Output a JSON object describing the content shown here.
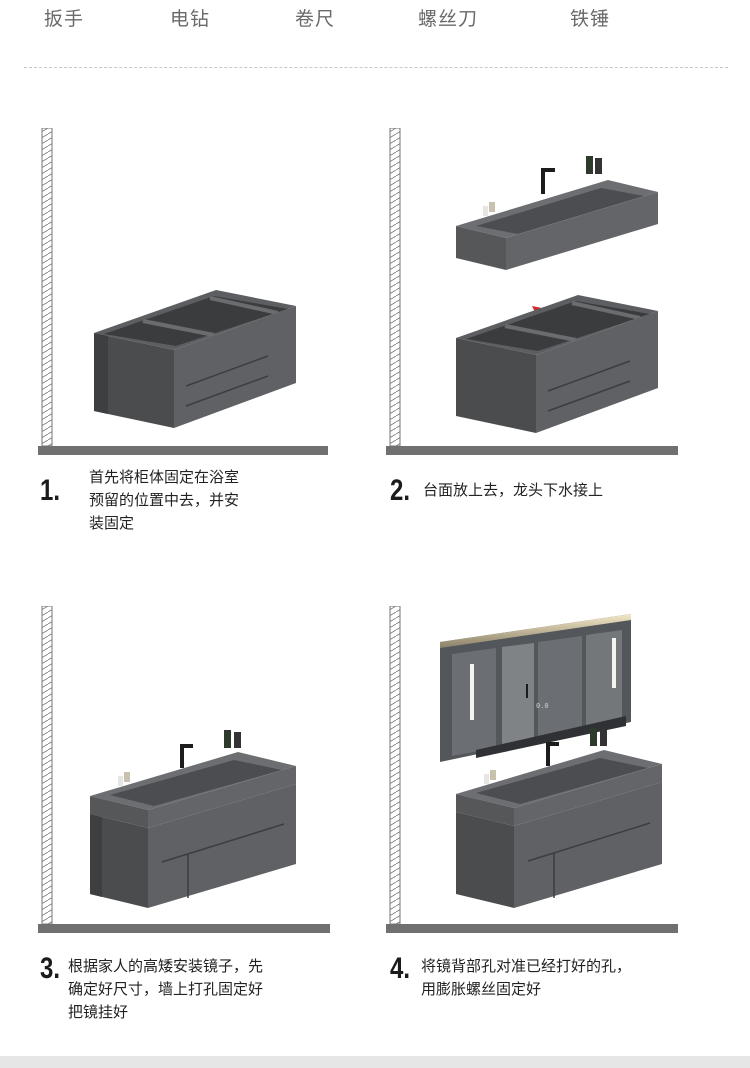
{
  "tools": [
    "扳手",
    "电钻",
    "卷尺",
    "螺丝刀",
    "铁锤"
  ],
  "steps": [
    {
      "number": "1.",
      "text": "首先将柜体固定在浴室\n预留的位置中去，并安\n装固定"
    },
    {
      "number": "2.",
      "text": "台面放上去，龙头下水接上"
    },
    {
      "number": "3.",
      "text": "根据家人的高矮安装镜子，先\n确定好尺寸，墙上打孔固定好\n把镜挂好"
    },
    {
      "number": "4.",
      "text": "将镜背部孔对准已经打好的孔，\n用膨胀螺丝固定好"
    }
  ],
  "mirror_display": "0.0",
  "colors": {
    "cabinet_dark": "#4a4c4e",
    "cabinet_mid": "#5e6063",
    "cabinet_light": "#6f7174",
    "floor": "#707070",
    "accent_red": "#d42a2a"
  }
}
